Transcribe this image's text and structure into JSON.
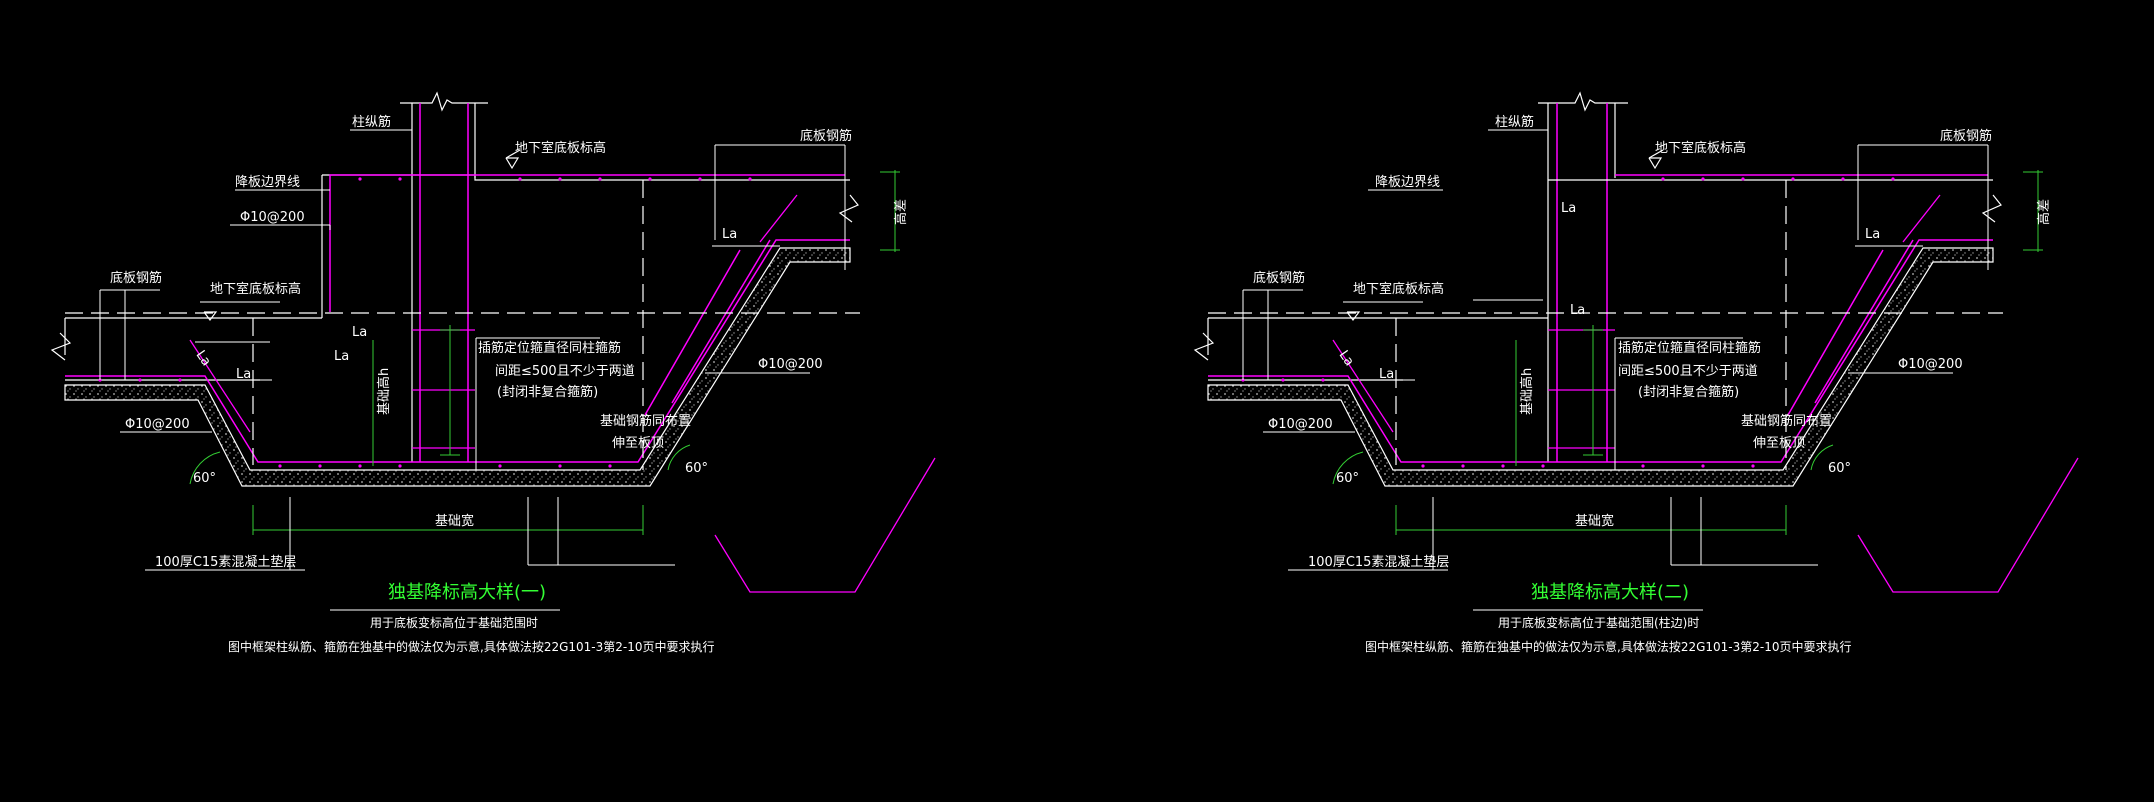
{
  "colors": {
    "background": "#000000",
    "line": "#ffffff",
    "rebar": "#ff00ff",
    "dim": "#33cc33",
    "title": "#33ff33",
    "text": "#ffffff"
  },
  "drawings": [
    {
      "labels": {
        "col_long_rebar": "柱纵筋",
        "basement_floor_elev_top": "地下室底板标高",
        "slab_rebar_top": "底板钢筋",
        "step_boundary": "降板边界线",
        "rebar_phi10_top": "Φ10@200",
        "slab_rebar_left": "底板钢筋",
        "basement_floor_elev_left": "地下室底板标高",
        "la_1": "La",
        "la_2": "La",
        "la_3": "La",
        "la_4": "La",
        "la_5": "La",
        "stirrup_note_1": "插筋定位箍直径同柱箍筋",
        "stirrup_note_2": "间距≤500且不少于两道",
        "stirrup_note_3": "(封闭非复合箍筋)",
        "rebar_phi10_right": "Φ10@200",
        "rebar_phi10_left": "Φ10@200",
        "foundation_rebar_1": "基础钢筋同布置",
        "foundation_rebar_2": "伸至板顶",
        "height_dim": "基础高h",
        "step_height": "高差",
        "angle_left": "60°",
        "angle_right": "60°",
        "width_dim": "基础宽",
        "cushion": "100厚C15素混凝土垫层",
        "title": "独基降标高大样(一)",
        "note_1": "用于底板变标高位于基础范围时",
        "note_2": "图中框架柱纵筋、箍筋在独基中的做法仅为示意,具体做法按22G101-3第2-10页中要求执行"
      }
    },
    {
      "labels": {
        "col_long_rebar": "柱纵筋",
        "basement_floor_elev_top": "地下室底板标高",
        "slab_rebar_top": "底板钢筋",
        "step_boundary": "降板边界线",
        "rebar_phi10_top": "",
        "slab_rebar_left": "底板钢筋",
        "basement_floor_elev_left": "地下室底板标高",
        "la_1": "La",
        "la_2": "La",
        "la_3": "La",
        "la_4": "La",
        "la_5": "La",
        "stirrup_note_1": "插筋定位箍直径同柱箍筋",
        "stirrup_note_2": "间距≤500且不少于两道",
        "stirrup_note_3": "(封闭非复合箍筋)",
        "rebar_phi10_right": "Φ10@200",
        "rebar_phi10_left": "Φ10@200",
        "foundation_rebar_1": "基础钢筋同布置",
        "foundation_rebar_2": "伸至板顶",
        "height_dim": "基础高h",
        "step_height": "高差",
        "angle_left": "60°",
        "angle_right": "60°",
        "width_dim": "基础宽",
        "cushion": "100厚C15素混凝土垫层",
        "title": "独基降标高大样(二)",
        "note_1": "用于底板变标高位于基础范围(柱边)时",
        "note_2": "图中框架柱纵筋、箍筋在独基中的做法仅为示意,具体做法按22G101-3第2-10页中要求执行"
      }
    }
  ]
}
